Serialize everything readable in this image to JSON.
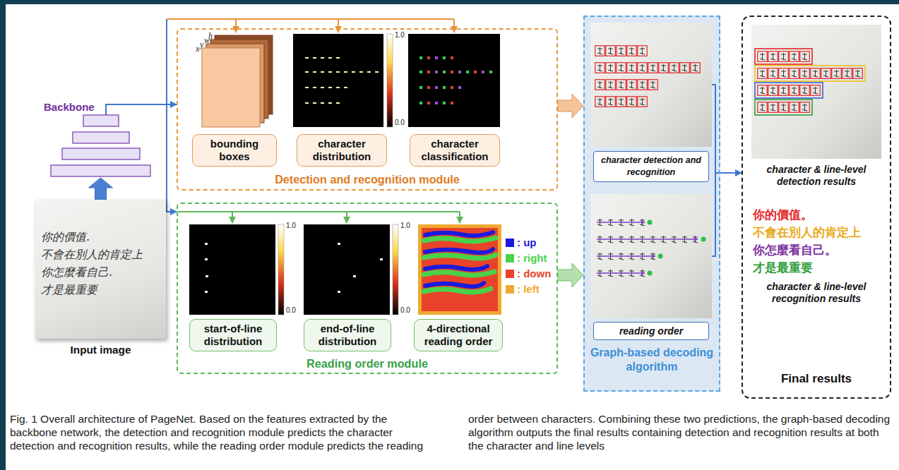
{
  "diagram": {
    "caption": "Fig. 1 Overall architecture of PageNet. Based on the features extracted by the backbone network, the detection and recognition module predicts the character detection and recognition results, while the reading order module predicts the reading order between characters. Combining these two predictions, the graph-based decoding algorithm outputs the final results containing detection and recognition results at both the character and line levels",
    "nodes": [
      {
        "text": [
          "Backbone"
        ]
      },
      {
        "text": [
          "Input image"
        ]
      },
      {
        "text": [
          "Detection and recognition module"
        ]
      },
      {
        "text": [
          "bounding boxes"
        ],
        "in": 2
      },
      {
        "text": [
          "character distribution"
        ],
        "in": 2
      },
      {
        "text": [
          "character classification"
        ],
        "in": 2
      },
      {
        "text": [
          "Reading order module"
        ]
      },
      {
        "text": [
          "start-of-line distribution"
        ],
        "in": 6
      },
      {
        "text": [
          "end-of-line distribution"
        ],
        "in": 6
      },
      {
        "text": [
          "4-directional reading order"
        ],
        "in": 6
      },
      {
        "text": [
          "Graph-based decoding algorithm"
        ]
      },
      {
        "text": [
          "character detection and recognition"
        ],
        "in": 10
      },
      {
        "text": [
          "reading order"
        ],
        "in": 10
      },
      {
        "text": [
          "character & line-level detection results",
          "你的價值。",
          "不會在別人的肯定上",
          "你怎麼看自己。",
          "才是最重要",
          "character & line-level recognition results",
          "Final results"
        ]
      }
    ],
    "edges": [
      {
        "from": 1,
        "to": 0,
        "arrow": "to"
      },
      {
        "from": 0,
        "to": 2,
        "arrow": "to"
      },
      {
        "from": 0,
        "to": 6,
        "arrow": "to"
      },
      {
        "from": 2,
        "to": 10,
        "arrow": "to"
      },
      {
        "from": 6,
        "to": 10,
        "arrow": "to"
      },
      {
        "from": 10,
        "to": 13,
        "arrow": "to"
      }
    ],
    "labels": [
      "h",
      "w",
      "y",
      "x",
      "1.0",
      "0.0",
      "你的價值.",
      "不會在別人的肯定上",
      "你怎麼看自己.",
      "才是最重要",
      "1.0",
      "0.0",
      "1.0",
      "0.0"
    ],
    "legend": [
      {
        "text": ": up",
        "color": "#1a1adc"
      },
      {
        "text": ": right",
        "color": "#49d349"
      },
      {
        "text": ": down",
        "color": "#e8432a"
      },
      {
        "text": ": left",
        "color": "#f0a830"
      }
    ]
  }
}
